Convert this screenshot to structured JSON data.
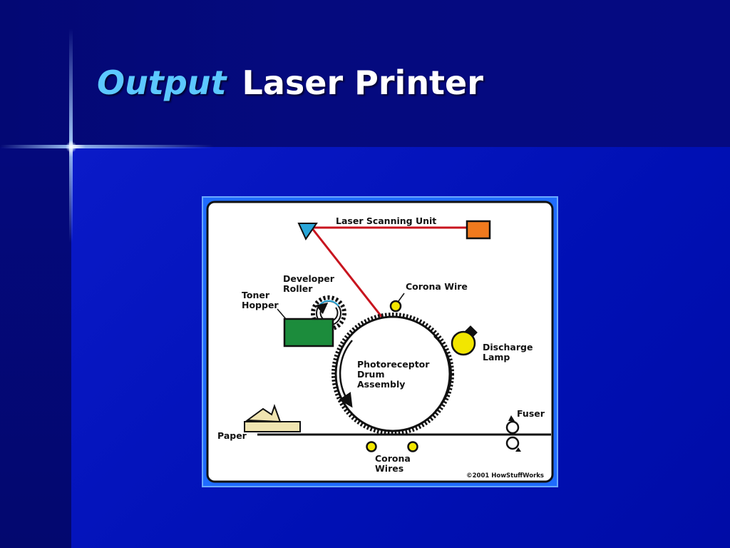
{
  "slide": {
    "title_emphasis": "Output",
    "title_main": "Laser Printer"
  },
  "diagram": {
    "labels": {
      "laser_scanning_unit": "Laser Scanning Unit",
      "developer_roller_line1": "Developer",
      "developer_roller_line2": "Roller",
      "toner_hopper_line1": "Toner",
      "toner_hopper_line2": "Hopper",
      "corona_wire": "Corona Wire",
      "discharge_lamp_line1": "Discharge",
      "discharge_lamp_line2": "Lamp",
      "drum_line1": "Photoreceptor",
      "drum_line2": "Drum",
      "drum_line3": "Assembly",
      "paper": "Paper",
      "fuser": "Fuser",
      "corona_wires_line1": "Corona",
      "corona_wires_line2": "Wires",
      "copyright": "©2001 HowStuffWorks"
    },
    "colors": {
      "laser_beam": "#c8141e",
      "laser_unit": "#f07a1e",
      "mirror": "#29a6d8",
      "toner_hopper": "#1c8c3c",
      "corona": "#f2e600",
      "paper": "#f0e4b0",
      "frame": "#1f6cff"
    }
  }
}
